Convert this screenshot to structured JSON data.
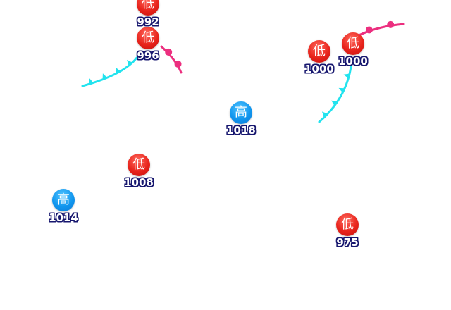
{
  "map": {
    "colors": {
      "background": "#ffffff",
      "low_center": "#e8241c",
      "high_center": "#1196ee",
      "cold_front": "#22e3ee",
      "warm_front": "#ec2f7f",
      "pressure_outline": "#16166e"
    },
    "pressure_systems": [
      {
        "id": "low-992",
        "kind": "low",
        "symbol": "低",
        "pressure": "992"
      },
      {
        "id": "low-996",
        "kind": "low",
        "symbol": "低",
        "pressure": "996"
      },
      {
        "id": "low-1000a",
        "kind": "low",
        "symbol": "低",
        "pressure": "1000"
      },
      {
        "id": "low-1000b",
        "kind": "low",
        "symbol": "低",
        "pressure": "1000"
      },
      {
        "id": "high-1018",
        "kind": "high",
        "symbol": "高",
        "pressure": "1018"
      },
      {
        "id": "low-1008",
        "kind": "low",
        "symbol": "低",
        "pressure": "1008"
      },
      {
        "id": "high-1014",
        "kind": "high",
        "symbol": "高",
        "pressure": "1014"
      },
      {
        "id": "low-975",
        "kind": "low",
        "symbol": "低",
        "pressure": "975"
      }
    ],
    "fronts": [
      {
        "id": "cold-front-west",
        "type": "cold"
      },
      {
        "id": "warm-front-west",
        "type": "warm"
      },
      {
        "id": "cold-front-east",
        "type": "cold"
      },
      {
        "id": "warm-front-east",
        "type": "warm"
      }
    ]
  }
}
